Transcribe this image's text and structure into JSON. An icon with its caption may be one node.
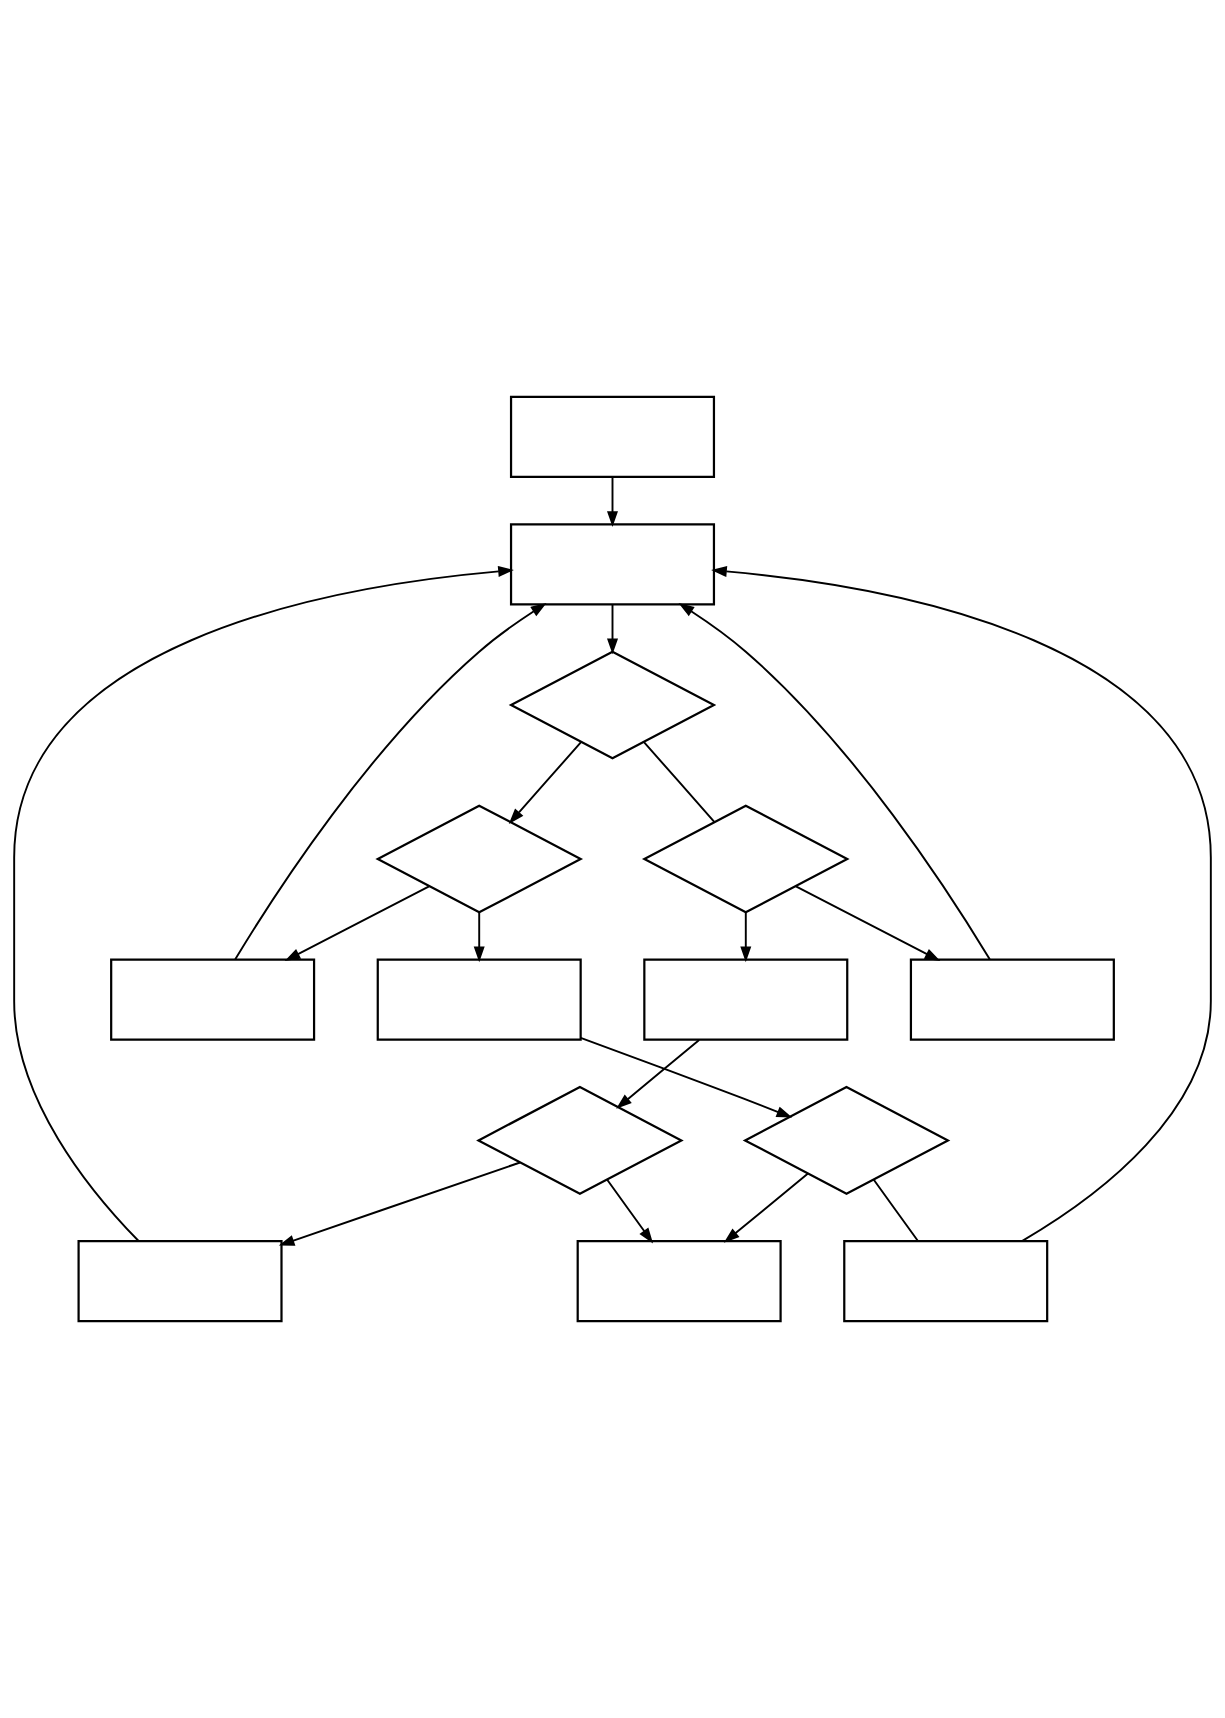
{
  "diagram": {
    "nodes": [
      {
        "text": [],
        "shape": "box"
      },
      {
        "text": [],
        "shape": "box"
      },
      {
        "text": [],
        "shape": "diamond"
      },
      {
        "text": [],
        "shape": "box"
      },
      {
        "text": [],
        "shape": "box"
      },
      {
        "text": [],
        "shape": "box"
      },
      {
        "text": [],
        "shape": "diamond"
      },
      {
        "text": [],
        "shape": "diamond"
      },
      {
        "text": [],
        "shape": "box"
      },
      {
        "text": [],
        "shape": "box"
      },
      {
        "text": [],
        "shape": "box"
      },
      {
        "text": [],
        "shape": "diamond"
      },
      {
        "text": [],
        "shape": "diamond"
      },
      {
        "text": [],
        "shape": "box"
      }
    ],
    "edges": [
      {
        "from": 0,
        "to": 1,
        "arrow": "to"
      },
      {
        "from": 1,
        "to": 2,
        "arrow": "to"
      },
      {
        "from": 2,
        "to": 6,
        "arrow": "to"
      },
      {
        "from": 2,
        "to": 7,
        "arrow": "none"
      },
      {
        "from": 6,
        "to": 5,
        "arrow": "to"
      },
      {
        "from": 6,
        "to": 8,
        "arrow": "to"
      },
      {
        "from": 5,
        "to": 1,
        "arrow": "to"
      },
      {
        "from": 10,
        "to": 1,
        "arrow": "to"
      },
      {
        "from": 7,
        "to": 3,
        "arrow": "to"
      },
      {
        "from": 3,
        "to": 1,
        "arrow": "to"
      },
      {
        "from": 4,
        "to": 1,
        "arrow": "to"
      },
      {
        "from": 7,
        "to": 9,
        "arrow": "to"
      },
      {
        "from": 9,
        "to": 12,
        "arrow": "to"
      },
      {
        "from": 8,
        "to": 11,
        "arrow": "to"
      },
      {
        "from": 11,
        "to": 10,
        "arrow": "none"
      },
      {
        "from": 11,
        "to": 13,
        "arrow": "to"
      },
      {
        "from": 12,
        "to": 13,
        "arrow": "to"
      },
      {
        "from": 12,
        "to": 4,
        "arrow": "to"
      }
    ]
  }
}
